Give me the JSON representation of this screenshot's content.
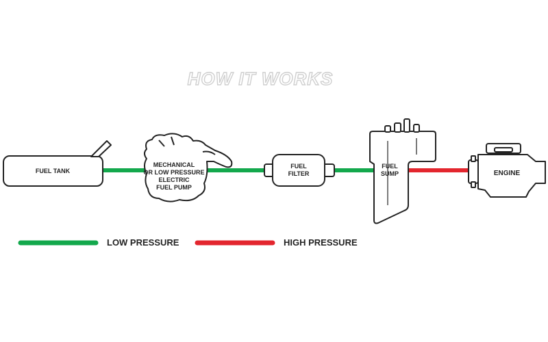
{
  "title": "HOW IT WORKS",
  "components": {
    "fuel_tank": "FUEL TANK",
    "pump": [
      "MECHANICAL",
      "OR LOW PRESSURE",
      "ELECTRIC",
      "FUEL PUMP"
    ],
    "fuel_filter": [
      "FUEL",
      "FILTER"
    ],
    "fuel_sump": [
      "FUEL",
      "SUMP"
    ],
    "engine": "ENGINE"
  },
  "legend": {
    "low": {
      "label": "LOW PRESSURE",
      "color": "#13a84c"
    },
    "high": {
      "label": "HIGH PRESSURE",
      "color": "#e3262e"
    }
  }
}
